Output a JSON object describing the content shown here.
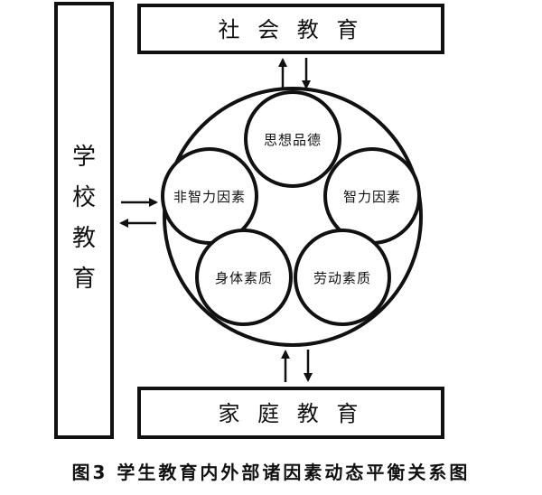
{
  "boxes": {
    "social": "社 会 教 育",
    "family": "家 庭 教 育",
    "school": [
      "学",
      "校",
      "教",
      "育"
    ]
  },
  "circles": {
    "moral": "思想品德",
    "intellect": "智力因素",
    "non_intellect": "非智力因素",
    "physical": "身体素质",
    "labor": "劳动素质"
  },
  "caption": "图3 学生教育内外部诸因素动态平衡关系图"
}
